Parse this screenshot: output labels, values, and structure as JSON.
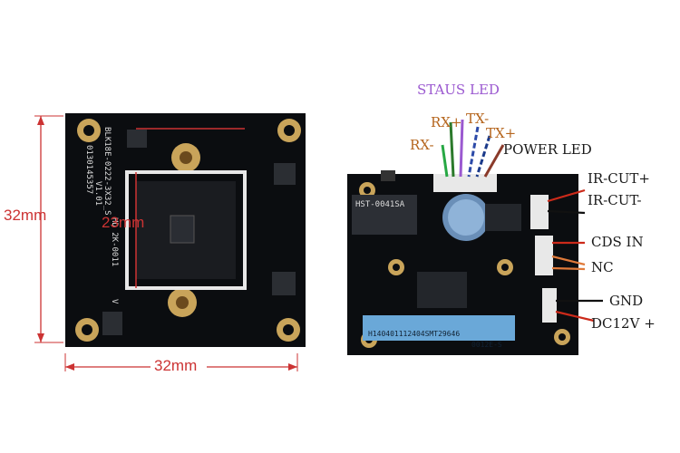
{
  "left_board": {
    "dim_height": "32mm",
    "dim_width": "32mm",
    "dim_sensor": "23mm",
    "silkscreen": [
      "BLK18E-0222-3X32_S",
      "V1.01",
      "0130145357",
      "HD 2K-0011",
      "V"
    ]
  },
  "right_board": {
    "labels": {
      "staus_led": "STAUS LED",
      "rx_plus": "RX+",
      "rx_minus": "RX-",
      "tx_minus": "TX-",
      "tx_plus": "TX+",
      "power_led": "POWER LED",
      "ir_cut_plus": "IR-CUT+",
      "ir_cut_minus": "IR-CUT-",
      "cds_in": "CDS IN",
      "nc": "NC",
      "gnd": "GND",
      "dc12v": "DC12V +"
    },
    "chip_text": "HST-0041SA",
    "sticker_text": "H140401112404SMT29646",
    "sticker_suffix": "0012E-S"
  },
  "colors": {
    "pcb": "#0b0d10",
    "dimension": "#cc3333",
    "label_text": "#1a1a1a",
    "staus_led_text": "#9b59d0",
    "sticker": "#6aa8d8"
  }
}
